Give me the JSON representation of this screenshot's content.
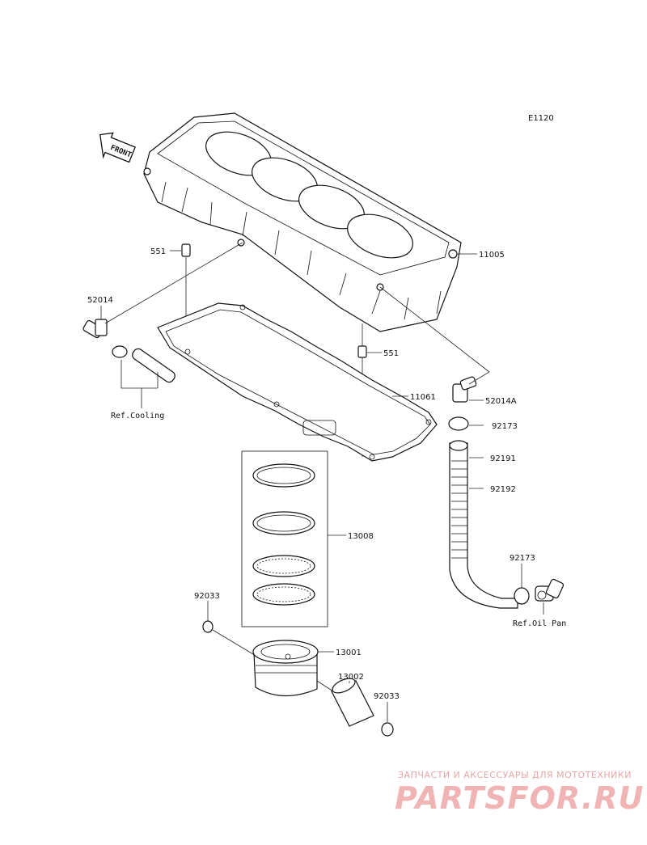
{
  "diagram_code": "E1120",
  "front_label": "FRONT",
  "parts": {
    "cylinder": "11005",
    "dowel_upper": "551",
    "dowel_lower": "551",
    "fitting_left": "52014",
    "fitting_right": "52014A",
    "gasket": "11061",
    "clamp_upper": "92173",
    "hose_end": "92191",
    "hose": "92192",
    "clamp_lower": "92173",
    "ring_set": "13008",
    "snap_ring_left": "92033",
    "piston": "13001",
    "piston_pin": "13002",
    "snap_ring_right": "92033"
  },
  "refs": {
    "cooling": "Ref.Cooling",
    "oil_pan": "Ref.Oil Pan"
  },
  "watermark": {
    "tagline": "ЗАПЧАСТИ И АКСЕССУАРЫ ДЛЯ МОТОТЕХНИКИ",
    "brand": "PARTSFOR.RU"
  }
}
